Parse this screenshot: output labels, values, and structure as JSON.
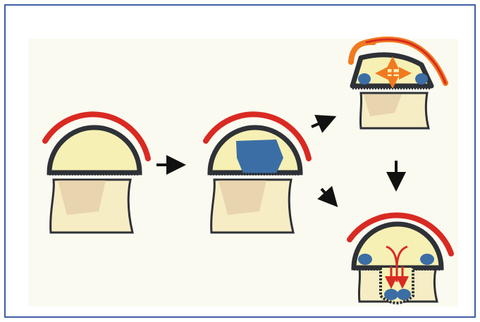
{
  "colors": {
    "frame_border": "#3f5fa3",
    "panel_bg": "#fbfaf1",
    "bone_outline": "#2e3136",
    "cartilage_red": "#d92a22",
    "cartilage_orange": "#f07a1f",
    "marrow_fill": "#f7f0b4",
    "lesion_blue": "#3b6ea5",
    "bone_shadow": "#e3c9a2",
    "arrow": "#111111"
  },
  "stages": [
    {
      "name": "intact-femoral-head"
    },
    {
      "name": "necrotic-lesion"
    },
    {
      "name": "expanding-collapse"
    },
    {
      "name": "central-collapse"
    }
  ],
  "icons": {
    "expansion_arrows": "four-way-orange-arrows",
    "flow_arrows": "red-fork-arrows",
    "transition_arrows": "black-arrows"
  }
}
